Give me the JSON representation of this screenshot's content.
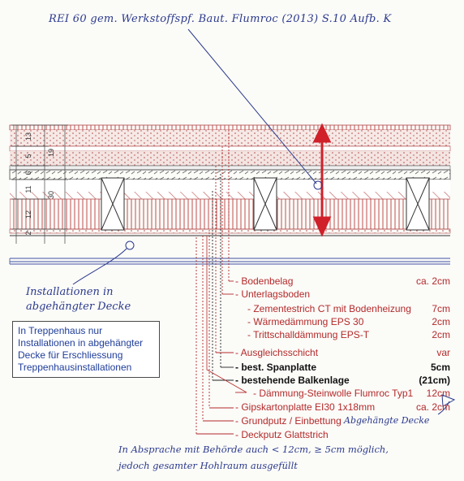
{
  "header_annotation": "REI 60 gem. Werkstoffspf. Baut. Flumroc (2013) S.10 Aufb. K",
  "dimensions": [
    "13",
    "19",
    "5",
    "6",
    "11",
    "30",
    "12",
    "2"
  ],
  "installations_note": {
    "line1": "Installationen in",
    "line2": "abgehängter Decke"
  },
  "box_note": {
    "line1": "In Treppenhaus nur",
    "line2": "Installationen in abgehängter",
    "line3": "Decke für Erschliessung",
    "line4": "Treppenhausinstallationen"
  },
  "layers": [
    {
      "label": "Bodenbelag",
      "value": "ca. 2cm",
      "color": "red"
    },
    {
      "label": "Unterlagsboden",
      "value": "",
      "color": "red"
    },
    {
      "label": "Zementestrich CT mit Bodenheizung",
      "value": "7cm",
      "color": "red"
    },
    {
      "label": "Wärmedämmung EPS 30",
      "value": "2cm",
      "color": "red"
    },
    {
      "label": "Trittschalldämmung EPS-T",
      "value": "2cm",
      "color": "red"
    },
    {
      "label": "Ausgleichsschicht",
      "value": "var",
      "color": "red"
    },
    {
      "label": "best. Spanplatte",
      "value": "5cm",
      "color": "black"
    },
    {
      "label": "bestehende Balkenlage",
      "value": "(21cm)",
      "color": "black"
    },
    {
      "label": "Dämmung-Steinwolle Flumroc Typ1",
      "value": "12cm",
      "color": "red"
    },
    {
      "label": "Gipskartonplatte EI30  1x18mm",
      "value": "ca. 2cm",
      "color": "red"
    },
    {
      "label": "Grundputz / Einbettung",
      "value": "",
      "color": "red"
    },
    {
      "label": "Deckputz Glattstrich",
      "value": "",
      "color": "red"
    }
  ],
  "side_note": "Abgehängte Decke",
  "footer_note": {
    "line1": "In Absprache mit Behörde auch < 12cm, ≥ 5cm möglich,",
    "line2": "jedoch gesamter Hohlraum ausgefüllt"
  },
  "colors": {
    "ink_red": "#b32a2a",
    "ink_navy": "#2b3a8c",
    "ink_black": "#111111",
    "arrow_red": "#d0202a"
  }
}
